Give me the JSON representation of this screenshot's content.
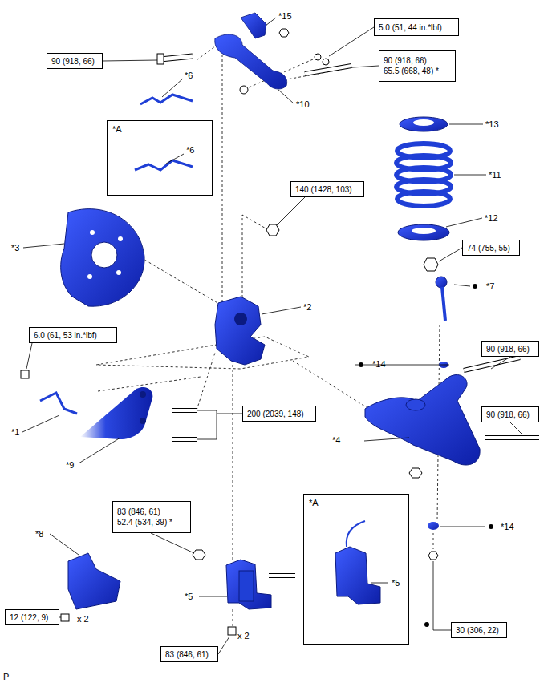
{
  "diagram": {
    "nodes": [
      {
        "text": [
          "5.0 (51, 44 in.*lbf)"
        ]
      },
      {
        "text": [
          "90 (918, 66)"
        ]
      },
      {
        "text": [
          "90 (918, 66)",
          "65.5 (668, 48) *"
        ]
      },
      {
        "text": [
          "*A"
        ]
      },
      {
        "text": [
          "140 (1428, 103)"
        ]
      },
      {
        "text": [
          "74 (755, 55)"
        ]
      },
      {
        "text": [
          "6.0 (61, 53 in.*lbf)"
        ]
      },
      {
        "text": [
          "90 (918, 66)"
        ]
      },
      {
        "text": [
          "200 (2039, 148)"
        ]
      },
      {
        "text": [
          "90 (918, 66)"
        ]
      },
      {
        "text": [
          "83 (846, 61)",
          "52.4 (534, 39) *"
        ]
      },
      {
        "text": [
          "*A"
        ]
      },
      {
        "text": [
          "12 (122, 9)"
        ]
      },
      {
        "text": [
          "30 (306, 22)"
        ]
      },
      {
        "text": [
          "83 (846, 61)"
        ]
      }
    ],
    "labels": [
      "*15",
      "*6",
      "*10",
      "*6",
      "*13",
      "*11",
      "*12",
      "*3",
      "*2",
      "*7",
      "*14",
      "*1",
      "*9",
      "*4",
      "*14",
      "*8",
      "*5",
      "*5",
      "x 2",
      "x 2",
      "P"
    ]
  }
}
